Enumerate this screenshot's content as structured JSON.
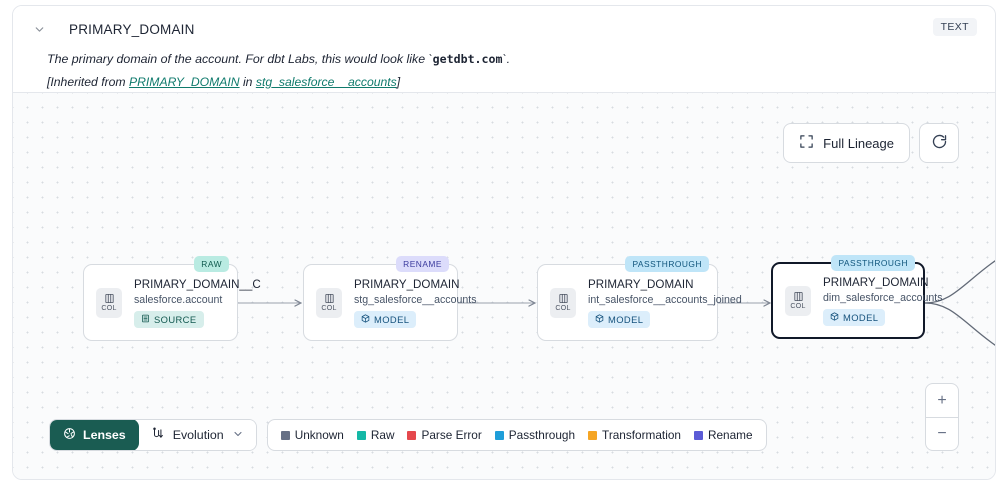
{
  "header": {
    "chevron_icon": "chevron-down-icon",
    "column_name": "PRIMARY_DOMAIN",
    "type_badge": "TEXT",
    "description_prefix": "The primary domain of the account. For dbt Labs, this would look like `",
    "description_code": "getdbt.com",
    "description_suffix": "`.",
    "inherited_open": "[Inherited from ",
    "inherited_link_1": "PRIMARY_DOMAIN",
    "inherited_mid": " in ",
    "inherited_link_2": "stg_salesforce__accounts",
    "inherited_close": "]"
  },
  "controls": {
    "full_lineage_label": "Full Lineage",
    "full_lineage_icon": "expand-icon",
    "refresh_icon": "refresh-icon"
  },
  "lineage": {
    "nodes": [
      {
        "kind_pill": "RAW",
        "kind_class": "kind-raw",
        "badge_label": "COL",
        "title": "PRIMARY_DOMAIN__C",
        "subtitle": "salesforce.account",
        "tag_label": "SOURCE",
        "tag_class": "tag-source",
        "tag_icon": "database-icon",
        "selected": false
      },
      {
        "kind_pill": "RENAME",
        "kind_class": "kind-rename",
        "badge_label": "COL",
        "title": "PRIMARY_DOMAIN",
        "subtitle": "stg_salesforce__accounts",
        "tag_label": "MODEL",
        "tag_class": "tag-model",
        "tag_icon": "cube-icon",
        "selected": false
      },
      {
        "kind_pill": "PASSTHROUGH",
        "kind_class": "kind-passthrough",
        "badge_label": "COL",
        "title": "PRIMARY_DOMAIN",
        "subtitle": "int_salesforce__accounts_joined",
        "tag_label": "MODEL",
        "tag_class": "tag-model",
        "tag_icon": "cube-icon",
        "selected": false
      },
      {
        "kind_pill": "PASSTHROUGH",
        "kind_class": "kind-passthrough",
        "badge_label": "COL",
        "title": "PRIMARY_DOMAIN",
        "subtitle": "dim_salesforce_accounts",
        "tag_label": "MODEL",
        "tag_class": "tag-model",
        "tag_icon": "cube-icon",
        "selected": true
      }
    ]
  },
  "bottom_bar": {
    "lenses_label": "Lenses",
    "lenses_icon": "aperture-icon",
    "evolution_label": "Evolution",
    "evolution_icon": "evolution-icon",
    "evolution_chevron": "chevron-down-icon",
    "legend": [
      {
        "label": "Unknown",
        "color": "#667085"
      },
      {
        "label": "Raw",
        "color": "#14b8a6"
      },
      {
        "label": "Parse Error",
        "color": "#e5484d"
      },
      {
        "label": "Passthrough",
        "color": "#1f9ed9"
      },
      {
        "label": "Transformation",
        "color": "#f5a524"
      },
      {
        "label": "Rename",
        "color": "#5b5bd6"
      }
    ]
  },
  "zoom_controls": {
    "zoom_in_label": "+",
    "zoom_out_label": "−"
  }
}
